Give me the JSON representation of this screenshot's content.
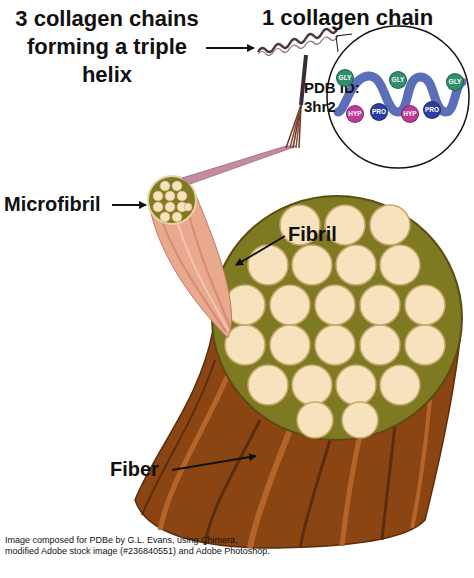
{
  "diagram": {
    "caption": "Image composed for PDBe by G.L. Evans, using Chimera, modified Adobe stock image (#236840551) and Adobe Photoshop.",
    "nodes": [
      {
        "text": [
          "GLY"
        ]
      },
      {
        "text": [
          "HYP"
        ]
      },
      {
        "text": [
          "PRO"
        ]
      },
      {
        "text": [
          "GLY"
        ]
      },
      {
        "text": [
          "HYP"
        ]
      },
      {
        "text": [
          "PRO"
        ]
      },
      {
        "text": [
          "GLY"
        ]
      }
    ],
    "labels": [
      "3 collagen chains forming a triple helix",
      "1 collagen chain",
      "PDB ID: 3hr2",
      "Microfibril",
      "Fibril",
      "Fiber"
    ]
  }
}
